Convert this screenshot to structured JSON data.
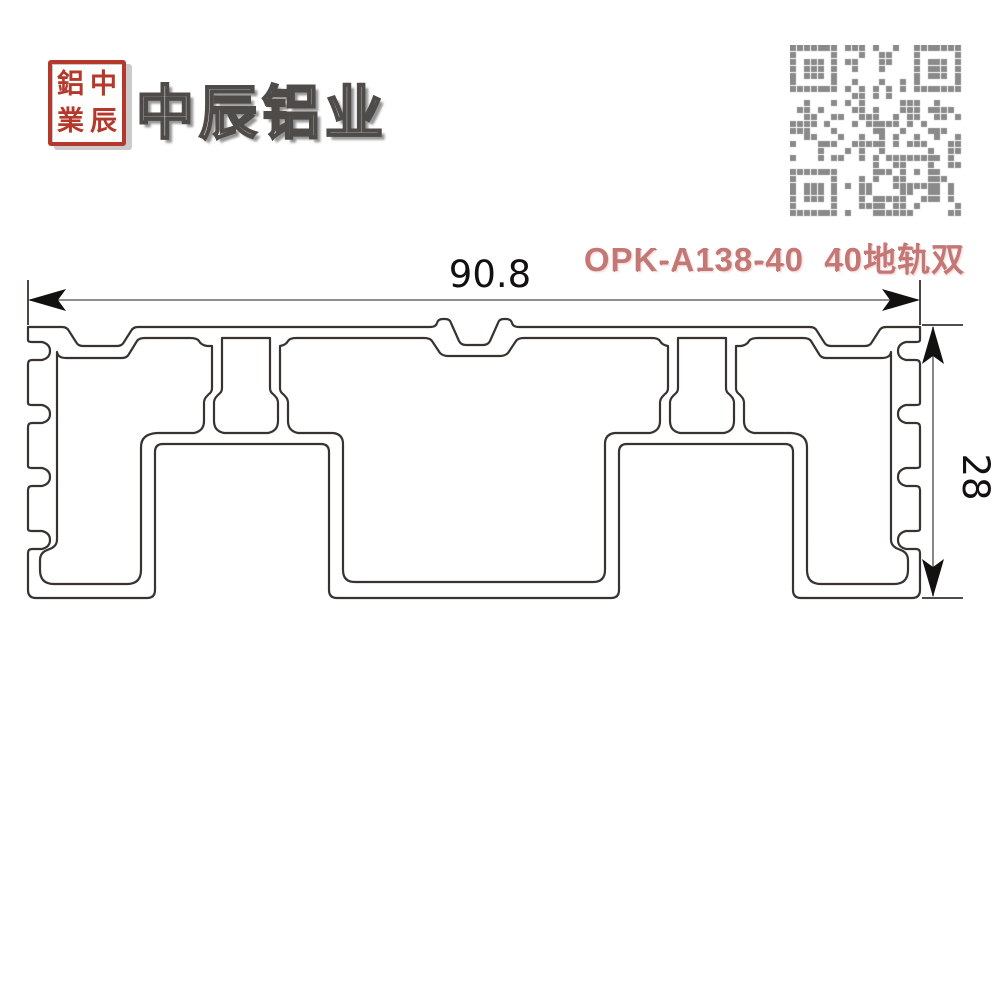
{
  "brand": {
    "title": "中辰铝业",
    "seal": {
      "chars": [
        "鋁",
        "中",
        "業",
        "辰"
      ],
      "color": "#b5382c"
    }
  },
  "product": {
    "code_label": "OPK-A138-40  40地轨双",
    "text_color": "#c47876"
  },
  "qr": {
    "color": "#8a8a8a",
    "modules": 25
  },
  "drawing": {
    "type": "profile-cross-section",
    "width_label": "90.8",
    "height_label": "28",
    "line_color": "#38332f"
  }
}
